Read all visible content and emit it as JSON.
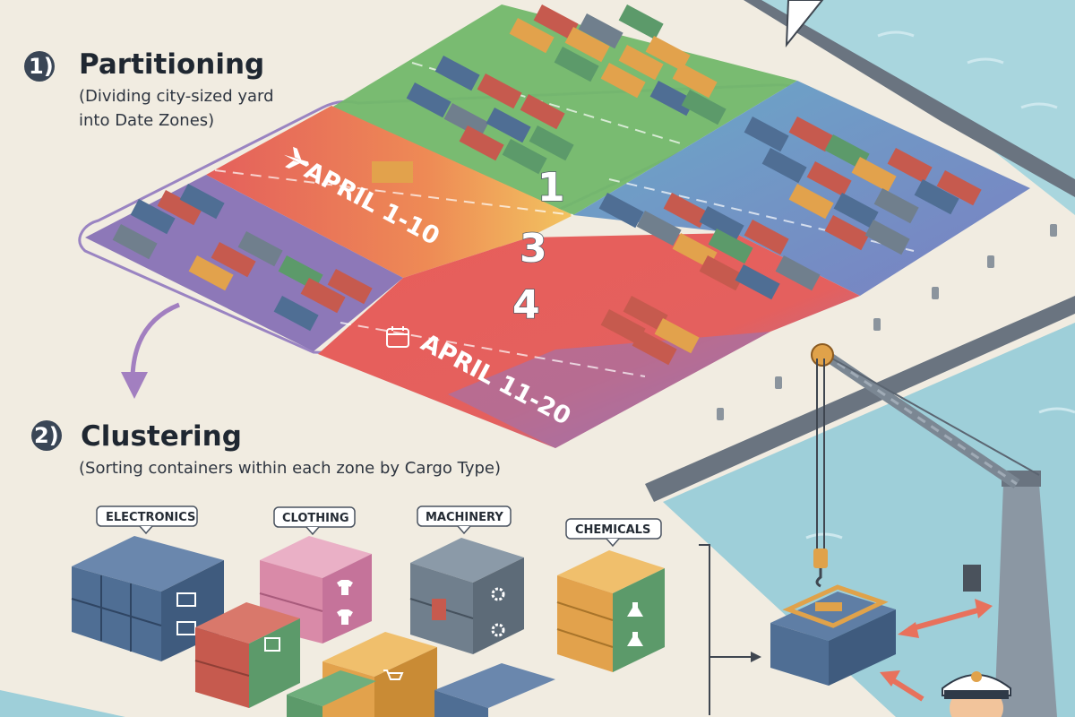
{
  "steps": [
    {
      "number": "1)",
      "title": "Partitioning",
      "desc_line1": "(Dividing city-sized yard",
      "desc_line2": "into Date Zones)"
    },
    {
      "number": "2)",
      "title": "Clustering",
      "desc_line1": "(Sorting containers within each zone by Cargo Type)"
    }
  ],
  "zones": {
    "label_a": "APRIL 1-10",
    "label_b": "APRIL 11-20",
    "numbers": [
      "1",
      "3",
      "4"
    ]
  },
  "cargo_types": [
    "ELECTRONICS",
    "CLOTHING",
    "MACHINERY",
    "CHEMICALS"
  ],
  "colors": {
    "zone_green": "#6fb56a",
    "zone_teal": "#6fa9c4",
    "zone_red": "#e56a60",
    "zone_purple": "#8a75b6",
    "zone_yellow": "#ecc35c",
    "water": "#a6d3dc",
    "container_blue": "#4f6e94",
    "container_pink": "#d98aa8",
    "container_red": "#c65a4e",
    "container_green": "#5c9a6a",
    "container_grey": "#707f8d",
    "container_orange": "#e2a24c",
    "crane": "#8b97a3"
  },
  "icons": [
    "airplane-icon",
    "calendar-icon",
    "monitor-icon",
    "shirt-icon",
    "gear-icon",
    "flask-icon",
    "cart-icon",
    "captain-hat-icon"
  ]
}
